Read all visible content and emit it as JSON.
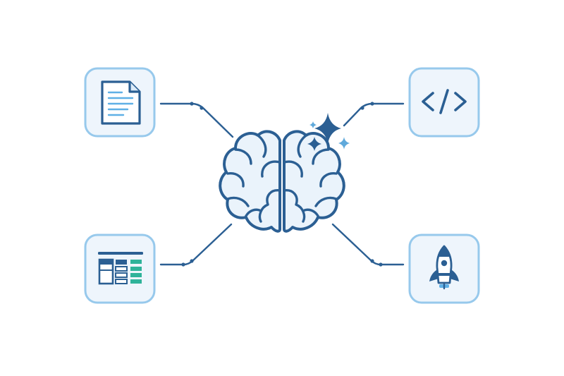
{
  "colors": {
    "background": "#ffffff",
    "primary": "#2b5f93",
    "tile_fill": "#eef5fc",
    "tile_border": "#97c9ec",
    "brain_fill": "#eaf3fb",
    "accent_light_blue": "#5fb0e6",
    "accent_teal": "#2fb39a",
    "sparkle": "#2b5f93",
    "sparkle_light": "#5fa9db"
  },
  "hub": {
    "icon": "brain-icon",
    "decoration": "sparkle-icon"
  },
  "nodes": [
    {
      "id": "document",
      "icon": "document-icon"
    },
    {
      "id": "code",
      "icon": "code-icon"
    },
    {
      "id": "table",
      "icon": "table-icon"
    },
    {
      "id": "rocket",
      "icon": "rocket-icon"
    }
  ]
}
